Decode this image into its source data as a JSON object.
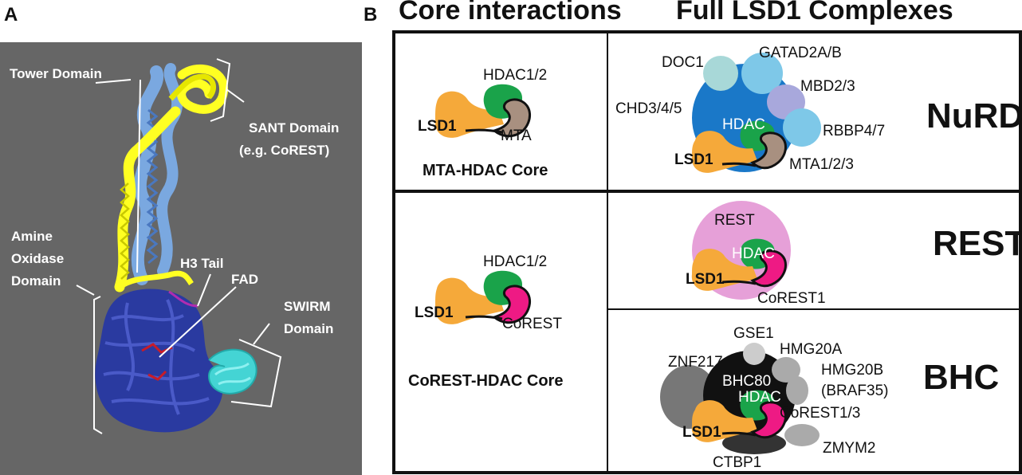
{
  "panel_a": {
    "label": "A",
    "tower_domain": "Tower Domain",
    "sant_domain_line1": "SANT Domain",
    "sant_domain_line2": "(e.g. CoREST)",
    "amine_line1": "Amine",
    "amine_line2": "Oxidase",
    "amine_line3": "Domain",
    "h3_tail": "H3 Tail",
    "fad": "FAD",
    "swirm_line1": "SWIRM",
    "swirm_line2": "Domain"
  },
  "panel_b": {
    "label": "B",
    "header_left": "Core interactions",
    "header_right": "Full LSD1 Complexes",
    "mta_core": {
      "title": "MTA-HDAC Core",
      "hdac": "HDAC1/2",
      "lsd1": "LSD1",
      "mta": "MTA"
    },
    "corest_core": {
      "title": "CoREST-HDAC Core",
      "hdac": "HDAC1/2",
      "lsd1": "LSD1",
      "corest": "CoREST"
    },
    "nurd": {
      "name": "NuRD",
      "doc1": "DOC1",
      "gatad": "GATAD2A/B",
      "mbd": "MBD2/3",
      "chd": "CHD3/4/5",
      "hdac": "HDAC",
      "rbbp": "RBBP4/7",
      "lsd1": "LSD1",
      "mta": "MTA1/2/3"
    },
    "rest": {
      "name": "REST",
      "rest_label": "REST",
      "hdac": "HDAC",
      "lsd1": "LSD1",
      "corest": "CoREST1"
    },
    "bhc": {
      "name": "BHC",
      "gse1": "GSE1",
      "hmg20a": "HMG20A",
      "znf217": "ZNF217",
      "bhc80": "BHC80",
      "hmg20b": "HMG20B",
      "braf35": "(BRAF35)",
      "hdac": "HDAC",
      "corest": "CoREST1/3",
      "lsd1": "LSD1",
      "zmym2": "ZMYM2",
      "ctbp1": "CTBP1"
    }
  },
  "colors": {
    "panel_a_bg": "#666666",
    "tower_blue": "#7aa8e0",
    "amine_navy": "#2a3aa0",
    "sant_yellow": "#ffff22",
    "swirm_cyan": "#44d4d4",
    "lsd1_orange": "#f5a93a",
    "hdac_green": "#1aa34a",
    "mta_brown": "#a89080",
    "corest_pink": "#ee1a84",
    "nurd_blue": "#1a78c8",
    "rest_pink": "#e6a0d8"
  }
}
